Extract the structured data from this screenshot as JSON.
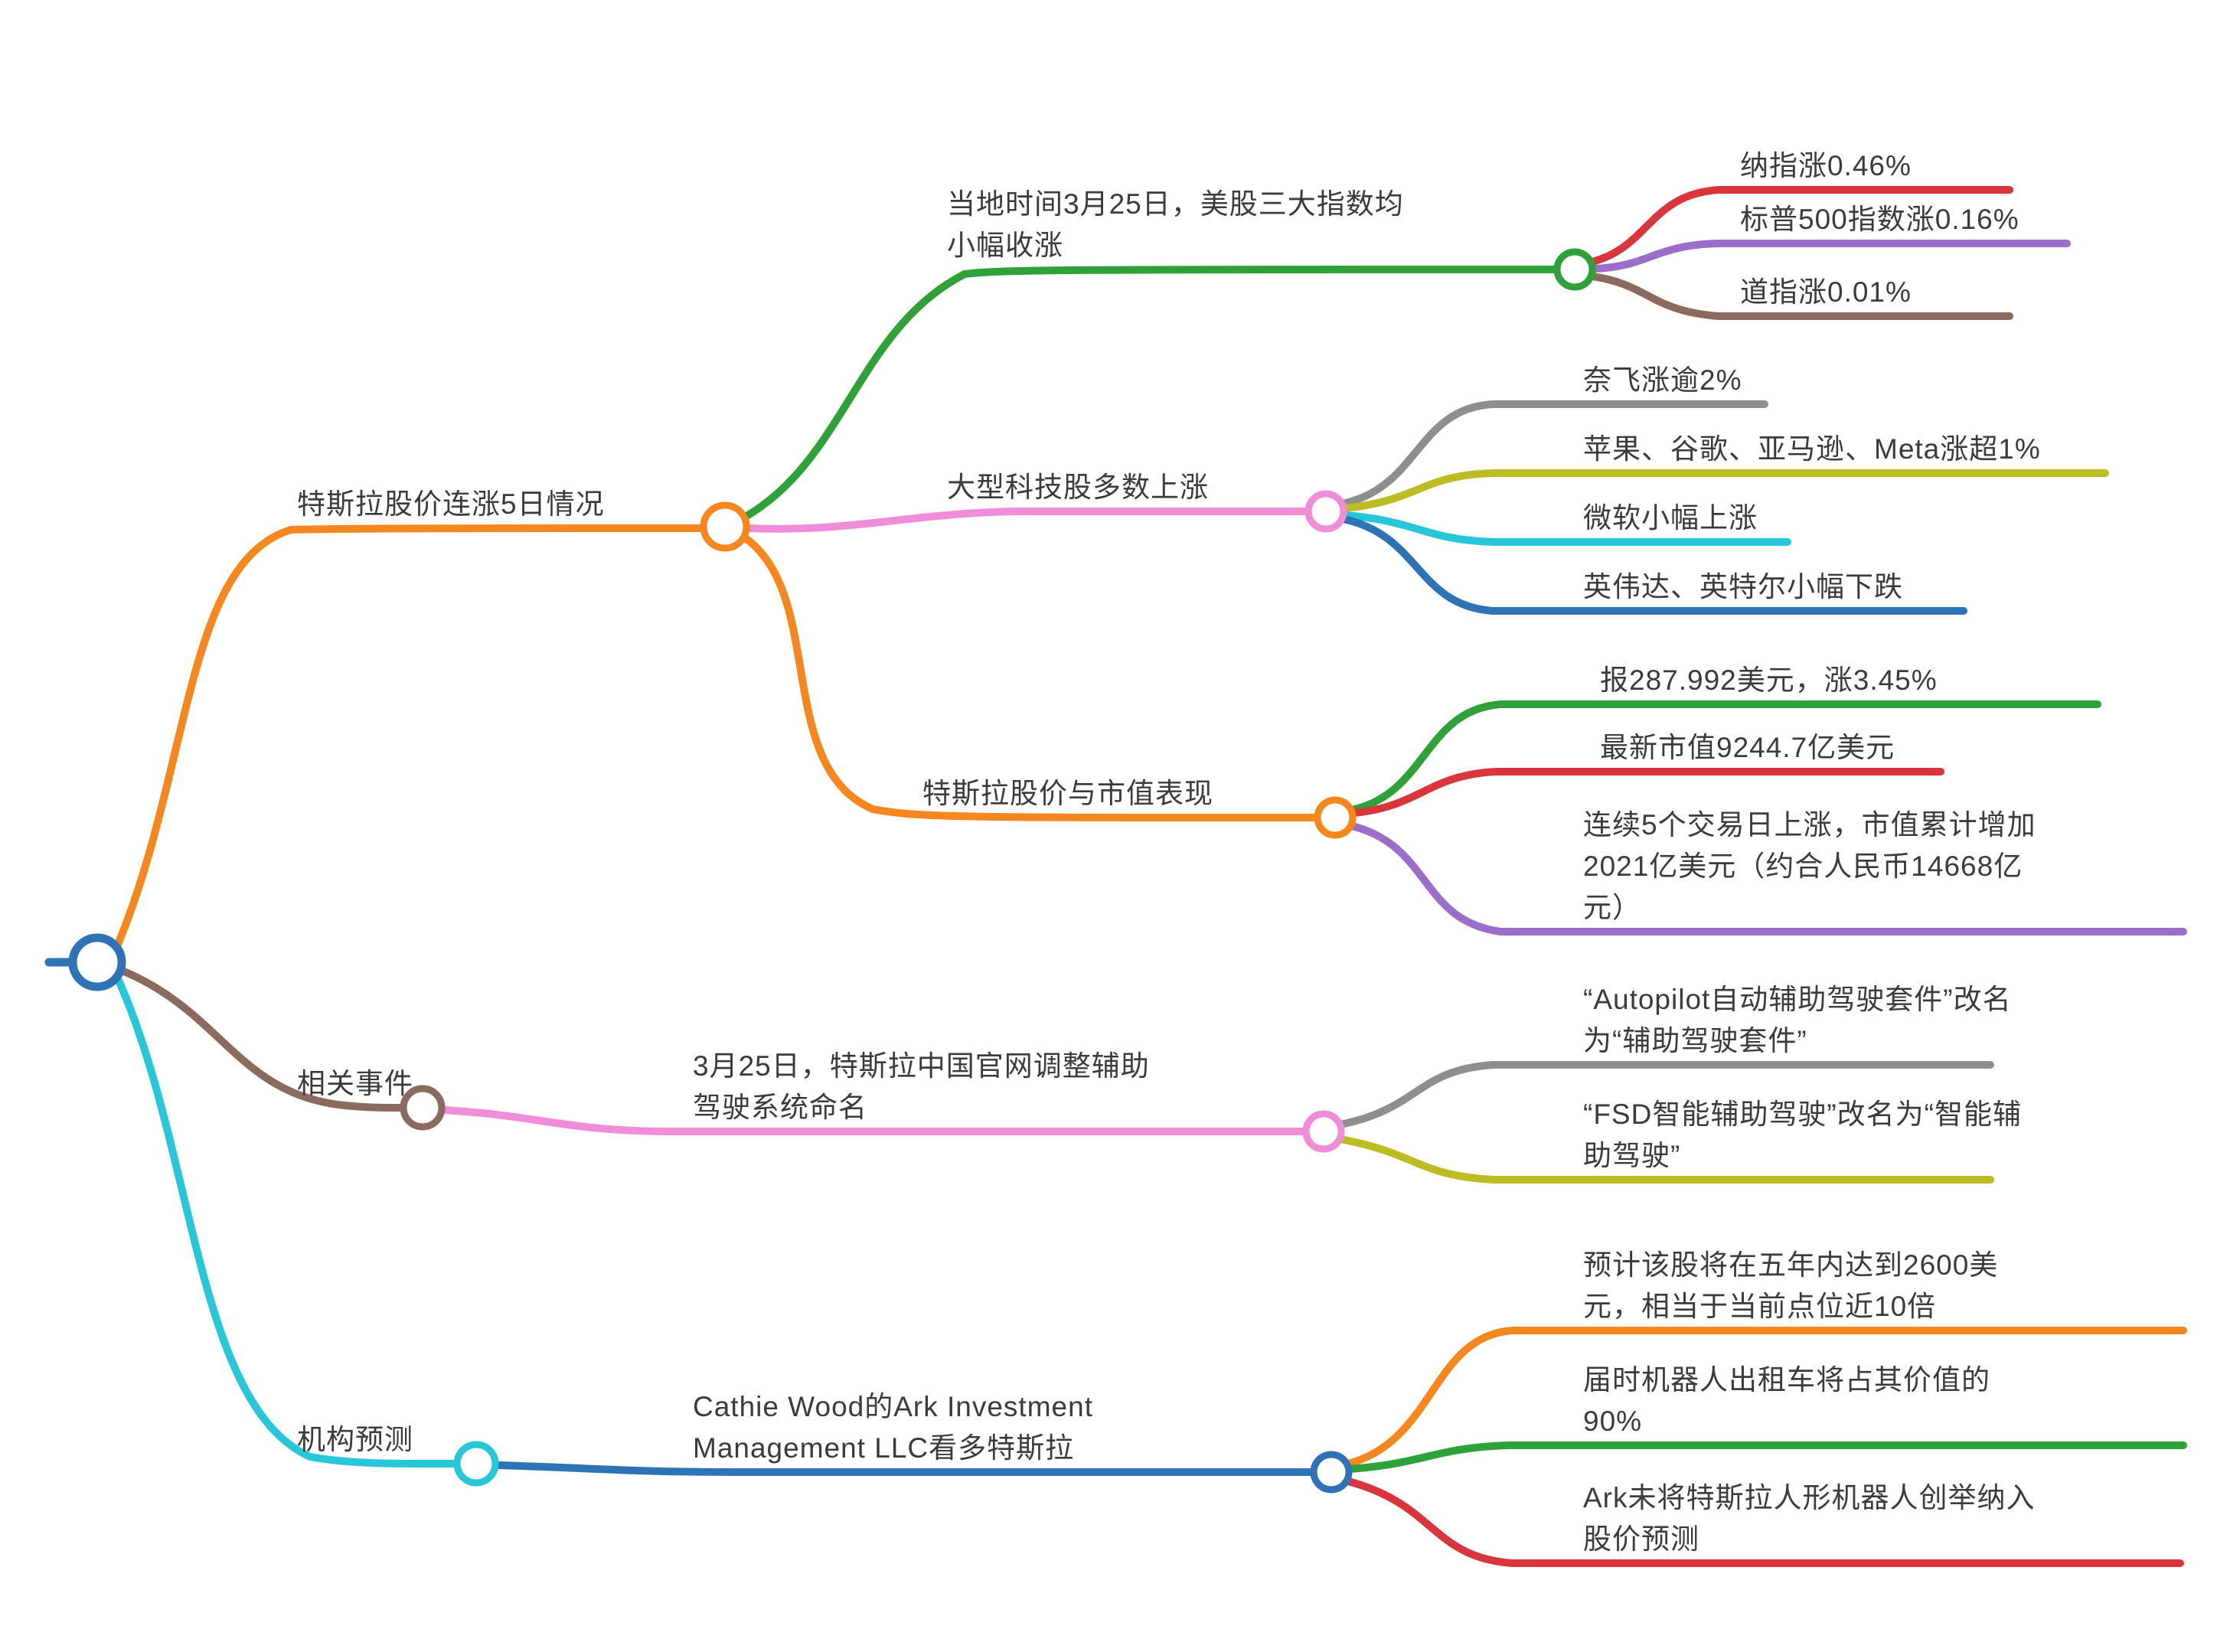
{
  "colors": {
    "root_blue": "#2e73b5",
    "orange": "#f5871e",
    "green": "#2fa139",
    "red": "#d8353c",
    "purple": "#9b6fc9",
    "brown": "#8b6a5f",
    "pink": "#ef8dd8",
    "gray": "#8e8e8e",
    "olive": "#bcbd22",
    "cyan": "#27c6d8",
    "text": "#3b3b3b",
    "background": "#ffffff"
  },
  "mindmap": {
    "branches": [
      {
        "label": "特斯拉股价连涨5日情况",
        "children": [
          {
            "label": "当地时间3月25日，美股三大指数均\n小幅收涨",
            "children": [
              {
                "label": "纳指涨0.46%"
              },
              {
                "label": "标普500指数涨0.16%"
              },
              {
                "label": "道指涨0.01%"
              }
            ]
          },
          {
            "label": "大型科技股多数上涨",
            "children": [
              {
                "label": "奈飞涨逾2%"
              },
              {
                "label": "苹果、谷歌、亚马逊、Meta涨超1%"
              },
              {
                "label": "微软小幅上涨"
              },
              {
                "label": "英伟达、英特尔小幅下跌"
              }
            ]
          },
          {
            "label": "特斯拉股价与市值表现",
            "children": [
              {
                "label": "报287.992美元，涨3.45%"
              },
              {
                "label": "最新市值9244.7亿美元"
              },
              {
                "label": "连续5个交易日上涨，市值累计增加\n2021亿美元（约合人民币14668亿\n元）"
              }
            ]
          }
        ]
      },
      {
        "label": "相关事件",
        "children": [
          {
            "label": "3月25日，特斯拉中国官网调整辅助\n驾驶系统命名",
            "children": [
              {
                "label": "“Autopilot自动辅助驾驶套件”改名\n为“辅助驾驶套件”"
              },
              {
                "label": "“FSD智能辅助驾驶”改名为“智能辅\n助驾驶”"
              }
            ]
          }
        ]
      },
      {
        "label": "机构预测",
        "children": [
          {
            "label": "Cathie Wood的Ark Investment\nManagement LLC看多特斯拉",
            "children": [
              {
                "label": "预计该股将在五年内达到2600美\n元，相当于当前点位近10倍"
              },
              {
                "label": "届时机器人出租车将占其价值的\n90%"
              },
              {
                "label": "Ark未将特斯拉人形机器人创举纳入\n股价预测"
              }
            ]
          }
        ]
      }
    ]
  }
}
